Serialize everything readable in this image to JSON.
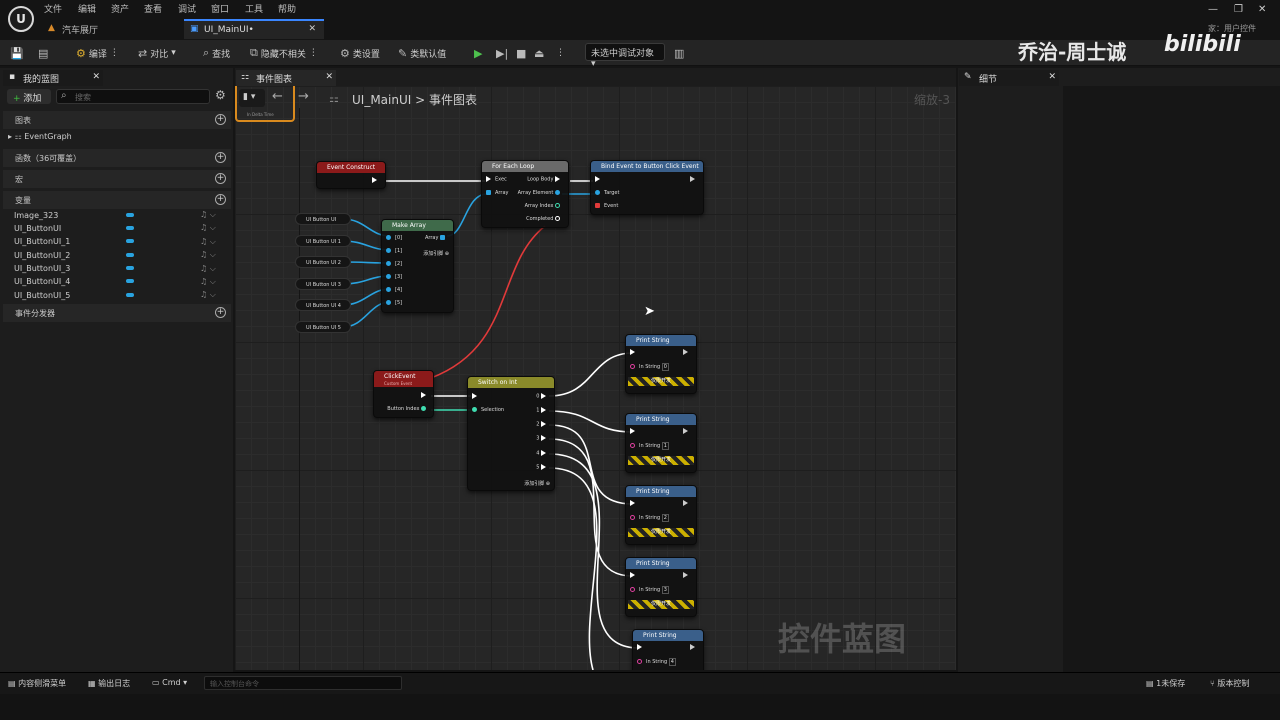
{
  "menu": [
    "文件",
    "编辑",
    "资产",
    "查看",
    "调试",
    "窗口",
    "工具",
    "帮助"
  ],
  "logo": "U",
  "doc_tabs": [
    {
      "label": "汽车展厅"
    },
    {
      "label": "UI_MainUI•"
    }
  ],
  "top_right": {
    "user_hint": "家：用户控件",
    "watermark_name": "乔治-周士诚",
    "watermark_site": "bilibili"
  },
  "toolbar": {
    "compile": "编译",
    "diff": "对比",
    "find": "查找",
    "hide_unrelated": "隐藏不相关",
    "class_settings": "类设置",
    "class_defaults": "类默认值",
    "debug_target": "未选中调试对象"
  },
  "left_panel": {
    "tab_title": "我的蓝图",
    "add_label": "添加",
    "search_placeholder": "搜索",
    "sections": {
      "graphs": "图表",
      "functions": "函数（36可覆盖）",
      "macros": "宏",
      "variables": "变量",
      "dispatchers": "事件分发器"
    },
    "event_graph": "EventGraph",
    "variables": [
      "Image_323",
      "UI_ButtonUI",
      "UI_ButtonUI_1",
      "UI_ButtonUI_2",
      "UI_ButtonUI_3",
      "UI_ButtonUI_4",
      "UI_ButtonUI_5"
    ]
  },
  "graph_tab": {
    "title": "事件图表",
    "bp_name": "UI_MainUI",
    "sep": ">",
    "graph_name": "事件图表",
    "zoom": "缩放-3",
    "watermark": "控件蓝图"
  },
  "details_tab": {
    "title": "细节"
  },
  "nodes": {
    "event_construct": "Event Construct",
    "for_each": "For Each Loop",
    "for_each_pins": {
      "exec": "Exec",
      "array": "Array",
      "loop_body": "Loop Body",
      "array_element": "Array Element",
      "array_index": "Array Index",
      "completed": "Completed"
    },
    "bind_event": "Bind Event to Button Click Event",
    "bind_pins": {
      "target": "Target",
      "event": "Event"
    },
    "make_array": "Make Array",
    "make_array_out": "Array",
    "make_array_pins": [
      "[0]",
      "[1]",
      "[2]",
      "[3]",
      "[4]",
      "[5]"
    ],
    "add_pin": "添加引脚",
    "var_refs": [
      "UI Button UI",
      "UI Button UI 1",
      "UI Button UI 2",
      "UI Button UI 3",
      "UI Button UI 4",
      "UI Button UI 5"
    ],
    "click_event": "ClickEvent",
    "click_event_sub": "Custom Event",
    "button_index": "Button Index",
    "switch": "Switch on Int",
    "switch_sel": "Selection",
    "switch_outs": [
      "0",
      "1",
      "2",
      "3",
      "4",
      "5"
    ],
    "print": "Print String",
    "in_string": "In String",
    "dev_only": "仅限开发",
    "print_values": [
      "0",
      "1",
      "2",
      "3",
      "4"
    ],
    "delta_time": "In Delta Time"
  },
  "status": {
    "drawer": "内容侧滑菜单",
    "output": "输出日志",
    "cmd": "Cmd",
    "cmd_placeholder": "输入控制台命令",
    "unsaved": "1未保存",
    "source_control": "版本控制"
  }
}
